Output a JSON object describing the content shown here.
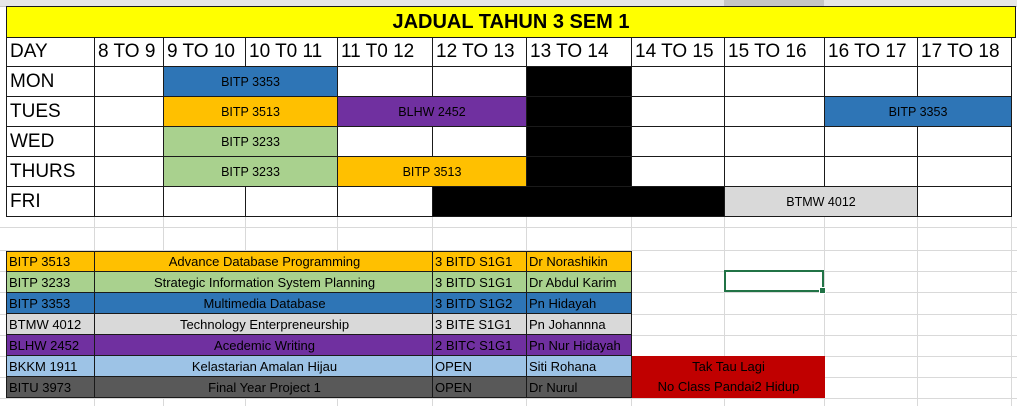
{
  "title": "JADUAL TAHUN 3 SEM 1",
  "columns": [
    "DAY",
    "8 TO 9",
    "9 TO 10",
    "10 T0 11",
    "11 T0 12",
    "12 TO 13",
    "13 TO 14",
    "14 TO 15",
    "15 TO 16",
    "16 TO 17",
    "17 TO 18"
  ],
  "days": [
    "MON",
    "TUES",
    "WED",
    "THURS",
    "FRI"
  ],
  "schedule": {
    "mon_1": "BITP 3353",
    "tues_1": "BITP 3513",
    "tues_2": "BLHW 2452",
    "tues_3": "BITP 3353",
    "wed_1": "BITP 3233",
    "thurs_1": "BITP 3233",
    "thurs_2": "BITP 3513",
    "fri_1": "BTMW 4012"
  },
  "legend": [
    {
      "code": "BITP 3513",
      "name": "Advance Database Programming",
      "section": "3 BITD S1G1",
      "lecturer": "Dr Norashikin",
      "color": "#ffc000"
    },
    {
      "code": "BITP 3233",
      "name": "Strategic Information System Planning",
      "section": "3 BITD S1G1",
      "lecturer": "Dr Abdul Karim",
      "color": "#a9d18e"
    },
    {
      "code": "BITP 3353",
      "name": "Multimedia Database",
      "section": "3 BITD S1G2",
      "lecturer": "Pn Hidayah",
      "color": "#2e75b6"
    },
    {
      "code": "BTMW 4012",
      "name": "Technology Enterpreneurship",
      "section": "3 BITE S1G1",
      "lecturer": "Pn Johannna",
      "color": "#d9d9d9"
    },
    {
      "code": "BLHW 2452",
      "name": "Acedemic Writing",
      "section": "2 BITC S1G1",
      "lecturer": "Pn Nur Hidayah",
      "color": "#7030a0"
    },
    {
      "code": "BKKM 1911",
      "name": "Kelastarian Amalan Hijau",
      "section": "OPEN",
      "lecturer": "Siti Rohana",
      "color": "#9dc3e6"
    },
    {
      "code": "BITU 3973",
      "name": "Final Year Project 1",
      "section": "OPEN",
      "lecturer": "Dr Nurul",
      "color": "#595959"
    }
  ],
  "note": {
    "line1": "Tak Tau Lagi",
    "line2": "No Class Pandai2 Hidup",
    "color": "#c00000"
  },
  "colors": {
    "title_bg": "#ffff00",
    "blocked": "#000000",
    "grid": "#d9d9d9"
  }
}
